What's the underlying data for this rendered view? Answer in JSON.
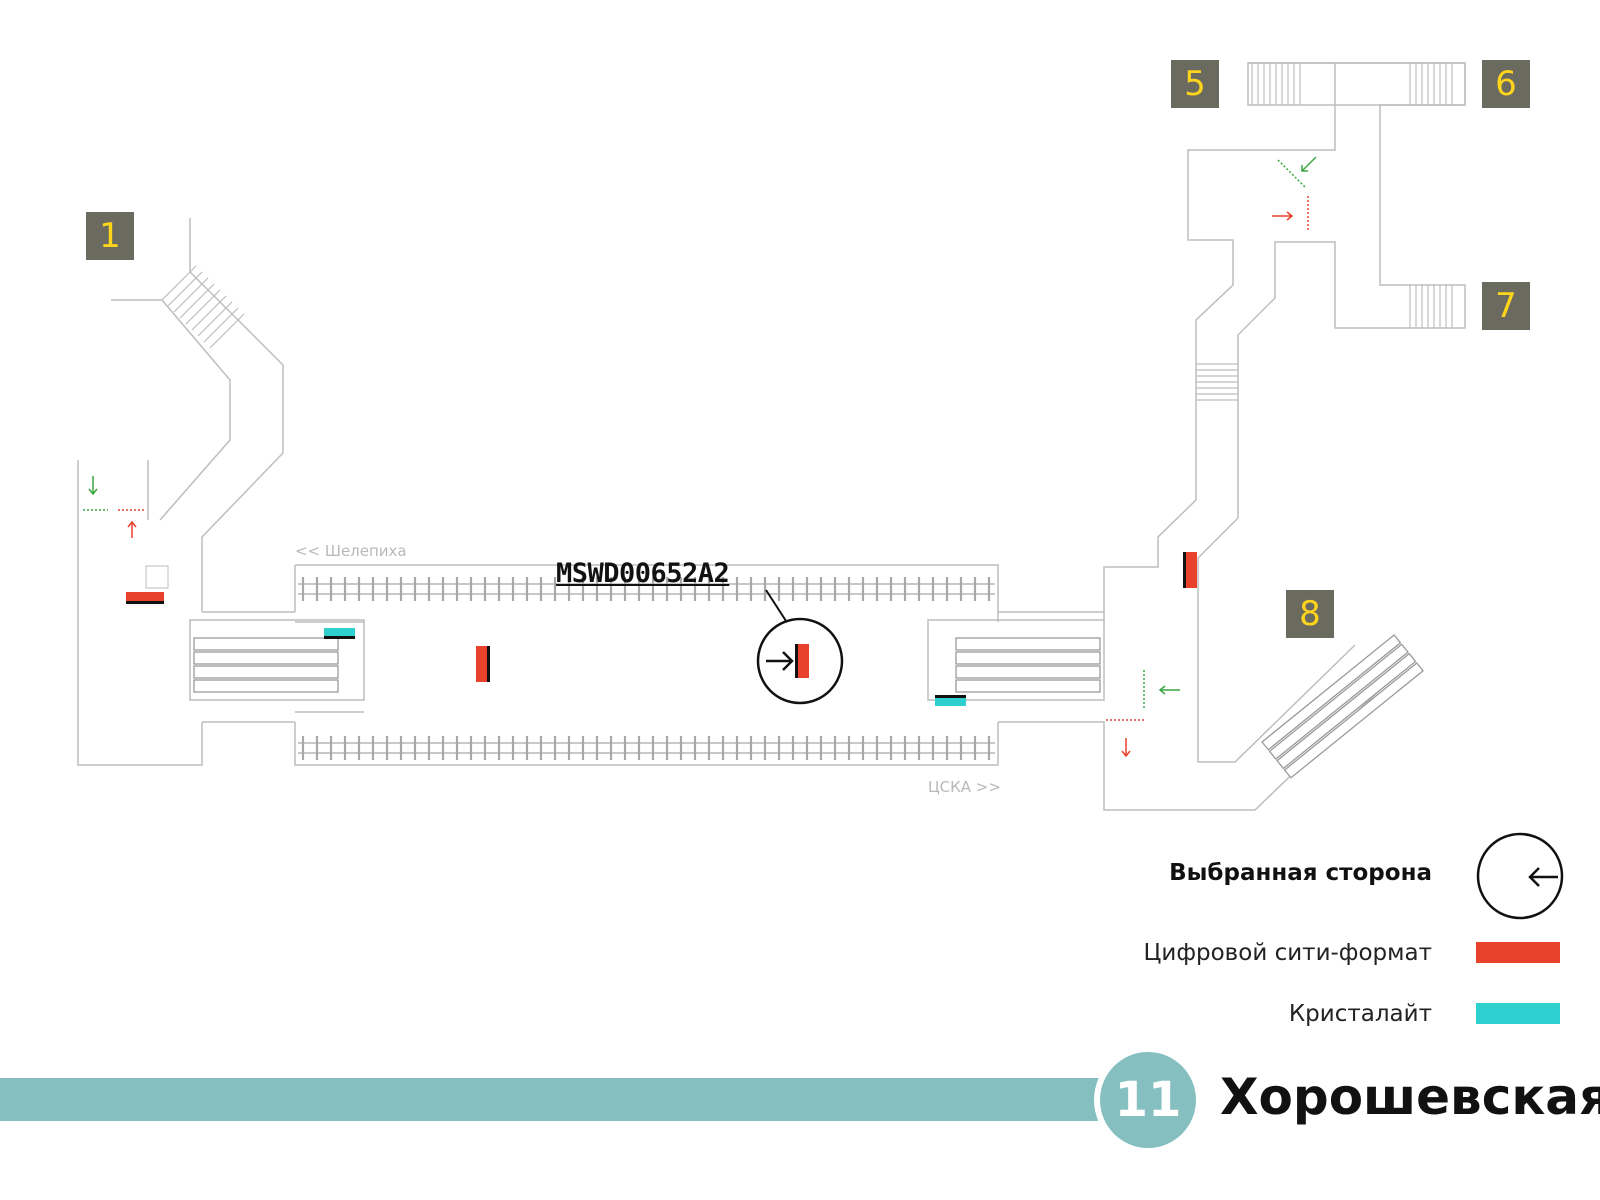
{
  "station": {
    "name": "Хорошевская",
    "line_number": "11",
    "line_color": "#86bfc0"
  },
  "exits": [
    {
      "label": "1"
    },
    {
      "label": "5"
    },
    {
      "label": "6"
    },
    {
      "label": "7"
    },
    {
      "label": "8"
    }
  ],
  "directions": {
    "left": "<< Шелепиха",
    "right": "ЦСКА >>"
  },
  "ad_code": "MSWD00652A2",
  "legend": {
    "selected_side": "Выбранная сторона",
    "digital_city_format": "Цифровой сити-формат",
    "crystalight": "Кристалайт"
  },
  "colors": {
    "digital_city_format": "#e8412c",
    "crystalight": "#2ecfcf",
    "exit_box": "#6b6a5e",
    "exit_number": "#ffd51c",
    "entry_arrow": "#3aa640",
    "exit_arrow": "#e8412c"
  }
}
